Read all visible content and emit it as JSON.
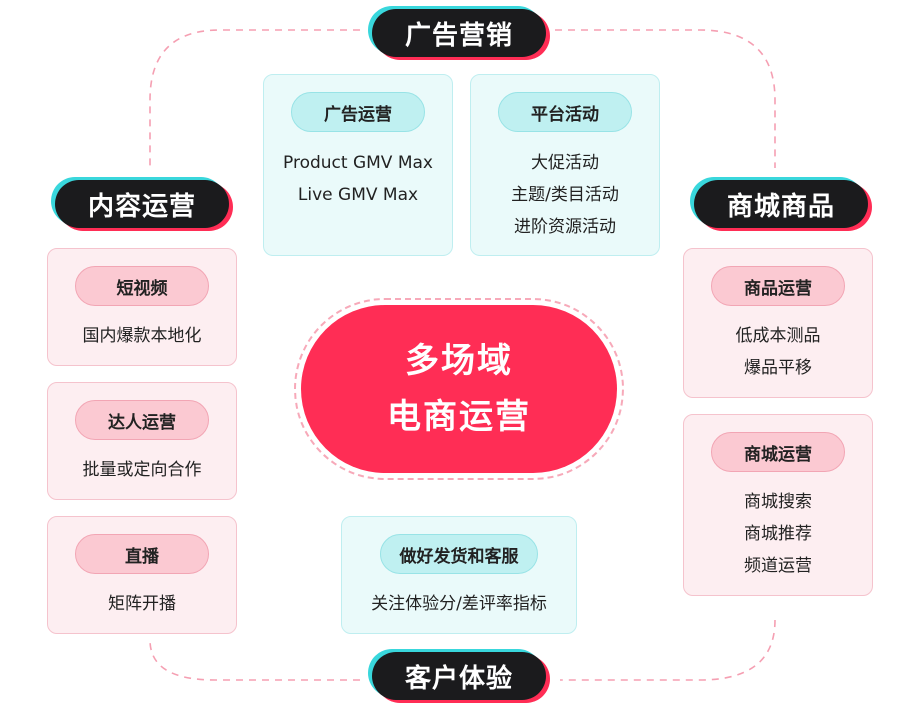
{
  "center": {
    "line1": "多场域",
    "line2": "电商运营"
  },
  "headers": {
    "top": "广告营销",
    "left": "内容运营",
    "right": "商城商品",
    "bottom": "客户体验"
  },
  "ads": [
    {
      "tag": "广告运营",
      "lines": [
        "Product GMV Max",
        "Live GMV Max"
      ]
    },
    {
      "tag": "平台活动",
      "lines": [
        "大促活动",
        "主题/类目活动",
        "进阶资源活动"
      ]
    }
  ],
  "content": [
    {
      "tag": "短视频",
      "lines": [
        "国内爆款本地化"
      ]
    },
    {
      "tag": "达人运营",
      "lines": [
        "批量或定向合作"
      ]
    },
    {
      "tag": "直播",
      "lines": [
        "矩阵开播"
      ]
    }
  ],
  "mall": [
    {
      "tag": "商品运营",
      "lines": [
        "低成本测品",
        "爆品平移"
      ]
    },
    {
      "tag": "商城运营",
      "lines": [
        "商城搜索",
        "商城推荐",
        "频道运营"
      ]
    }
  ],
  "cx": {
    "tag": "做好发货和客服",
    "lines": [
      "关注体验分/差评率指标"
    ]
  },
  "colors": {
    "accent": "#ff2d55",
    "teal": "#39d7dc",
    "dark": "#1b1b1d"
  }
}
